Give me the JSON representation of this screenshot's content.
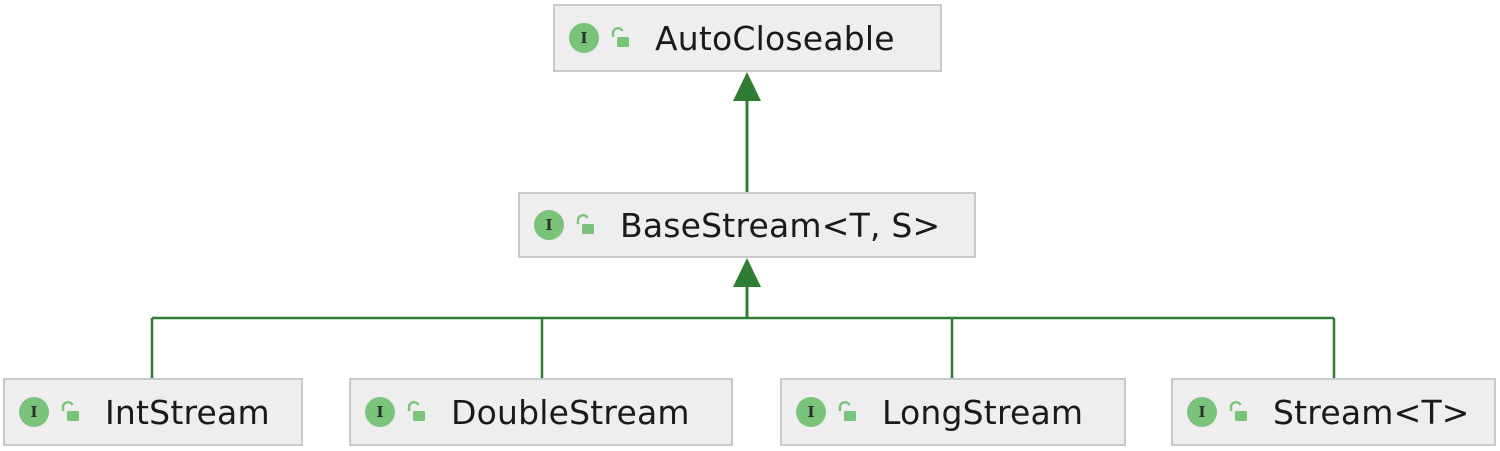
{
  "diagram": {
    "colors": {
      "edge": "#2e7d32",
      "node_fill": "#eeeeee",
      "node_border": "#c9c9c9",
      "badge": "#79c47a",
      "lock": "#79c47a"
    },
    "badge_letter": "I",
    "nodes": {
      "autocloseable": {
        "label": "AutoCloseable",
        "icon": "interface-icon"
      },
      "basestream": {
        "label": "BaseStream<T, S>",
        "icon": "interface-icon"
      },
      "intstream": {
        "label": "IntStream",
        "icon": "interface-icon"
      },
      "doublestream": {
        "label": "DoubleStream",
        "icon": "interface-icon"
      },
      "longstream": {
        "label": "LongStream",
        "icon": "interface-icon"
      },
      "stream": {
        "label": "Stream<T>",
        "icon": "interface-icon"
      }
    },
    "edges": [
      {
        "from": "basestream",
        "to": "autocloseable",
        "kind": "extends"
      },
      {
        "from": "intstream",
        "to": "basestream",
        "kind": "extends"
      },
      {
        "from": "doublestream",
        "to": "basestream",
        "kind": "extends"
      },
      {
        "from": "longstream",
        "to": "basestream",
        "kind": "extends"
      },
      {
        "from": "stream",
        "to": "basestream",
        "kind": "extends"
      }
    ]
  }
}
